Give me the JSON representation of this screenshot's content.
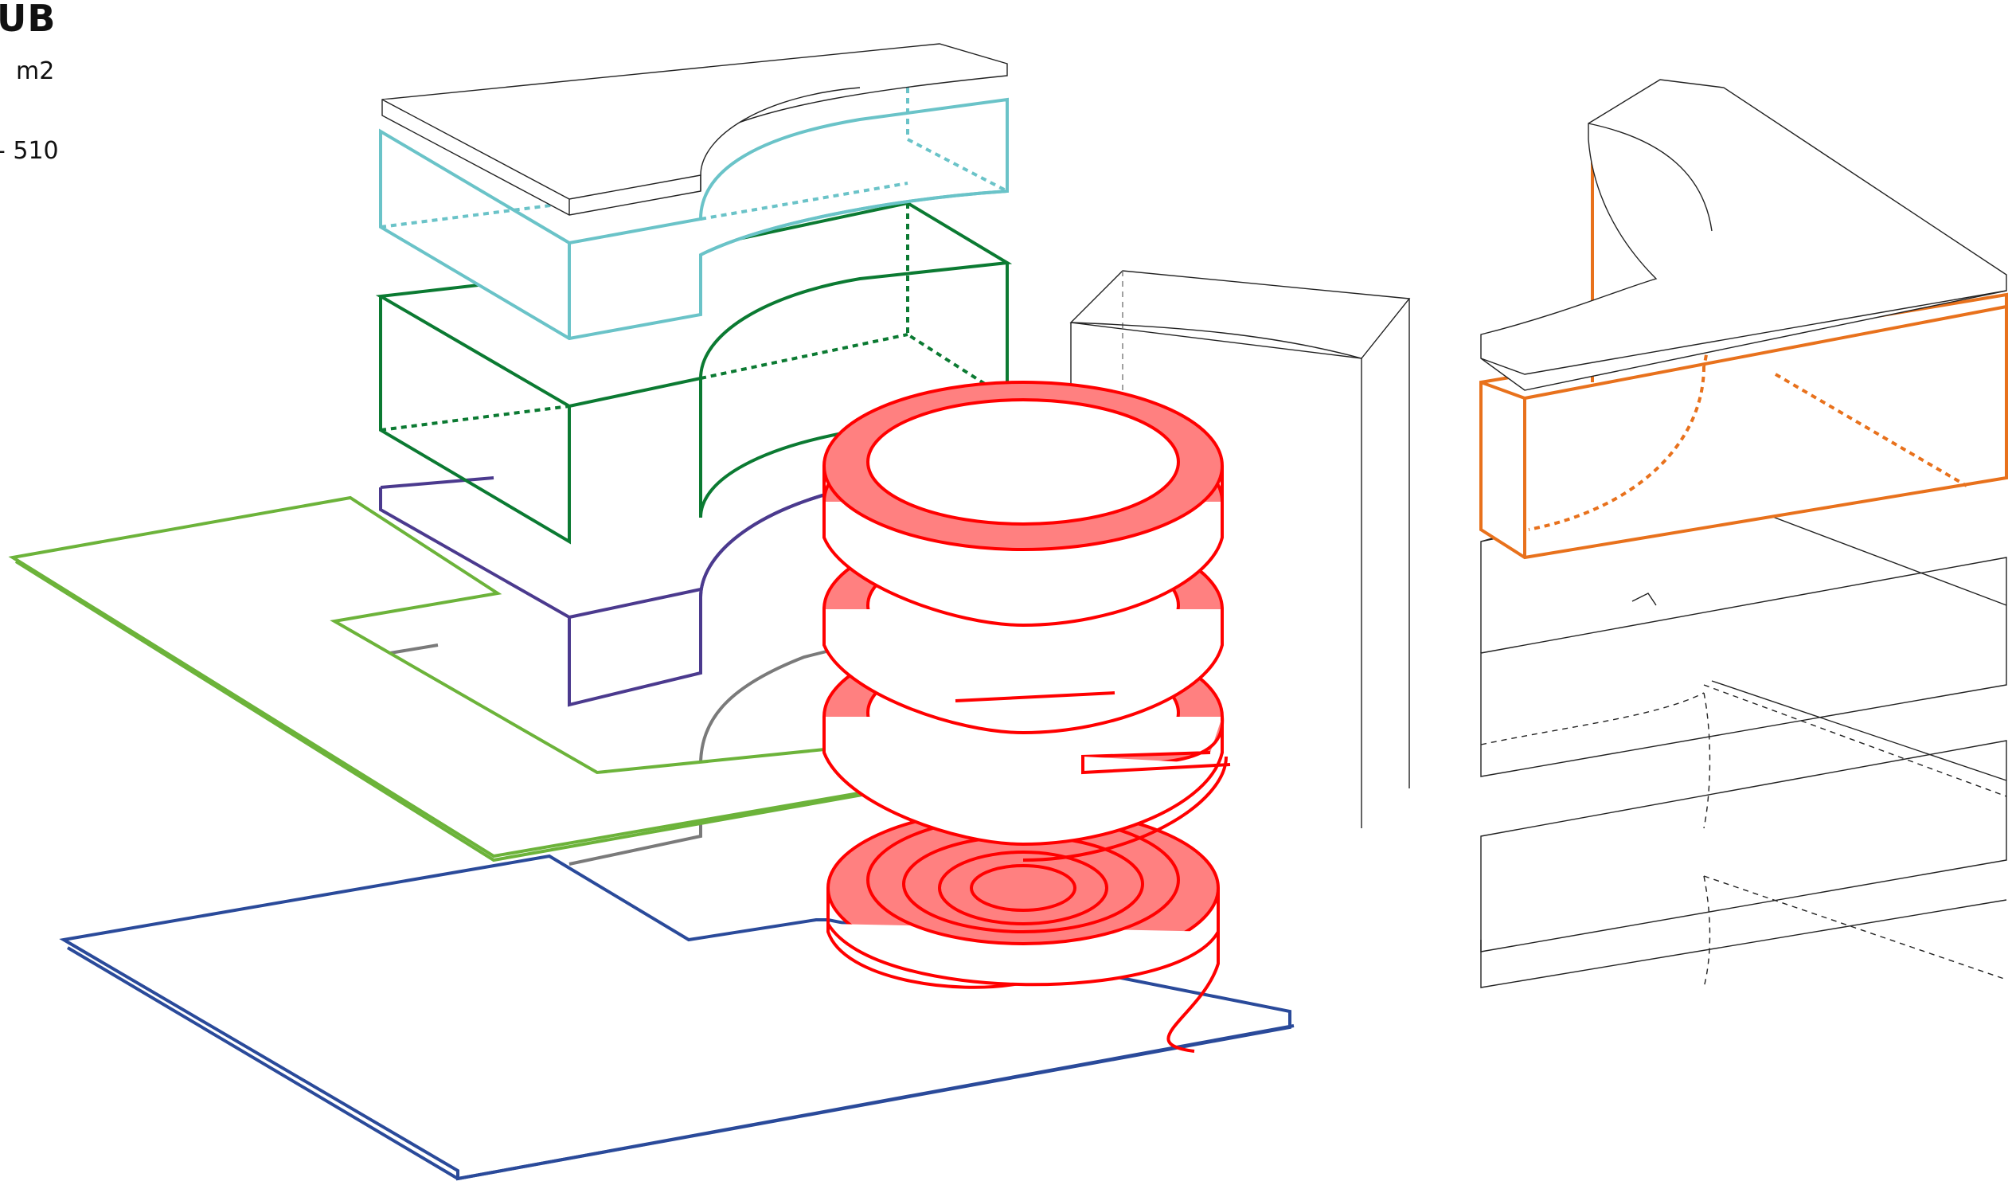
{
  "labels": {
    "title": "UB",
    "area_unit": "m2",
    "range_value": "- 510"
  },
  "colors": {
    "light_blue": "#6ac3c8",
    "dark_green": "#0b7a32",
    "purple": "#4b3a8e",
    "light_green": "#6cb33a",
    "gray": "#7a7a7a",
    "navy": "#2a4a9a",
    "red": "#ff0000",
    "red_fill": "#ff8080",
    "orange": "#e8711c",
    "black": "#222222"
  }
}
